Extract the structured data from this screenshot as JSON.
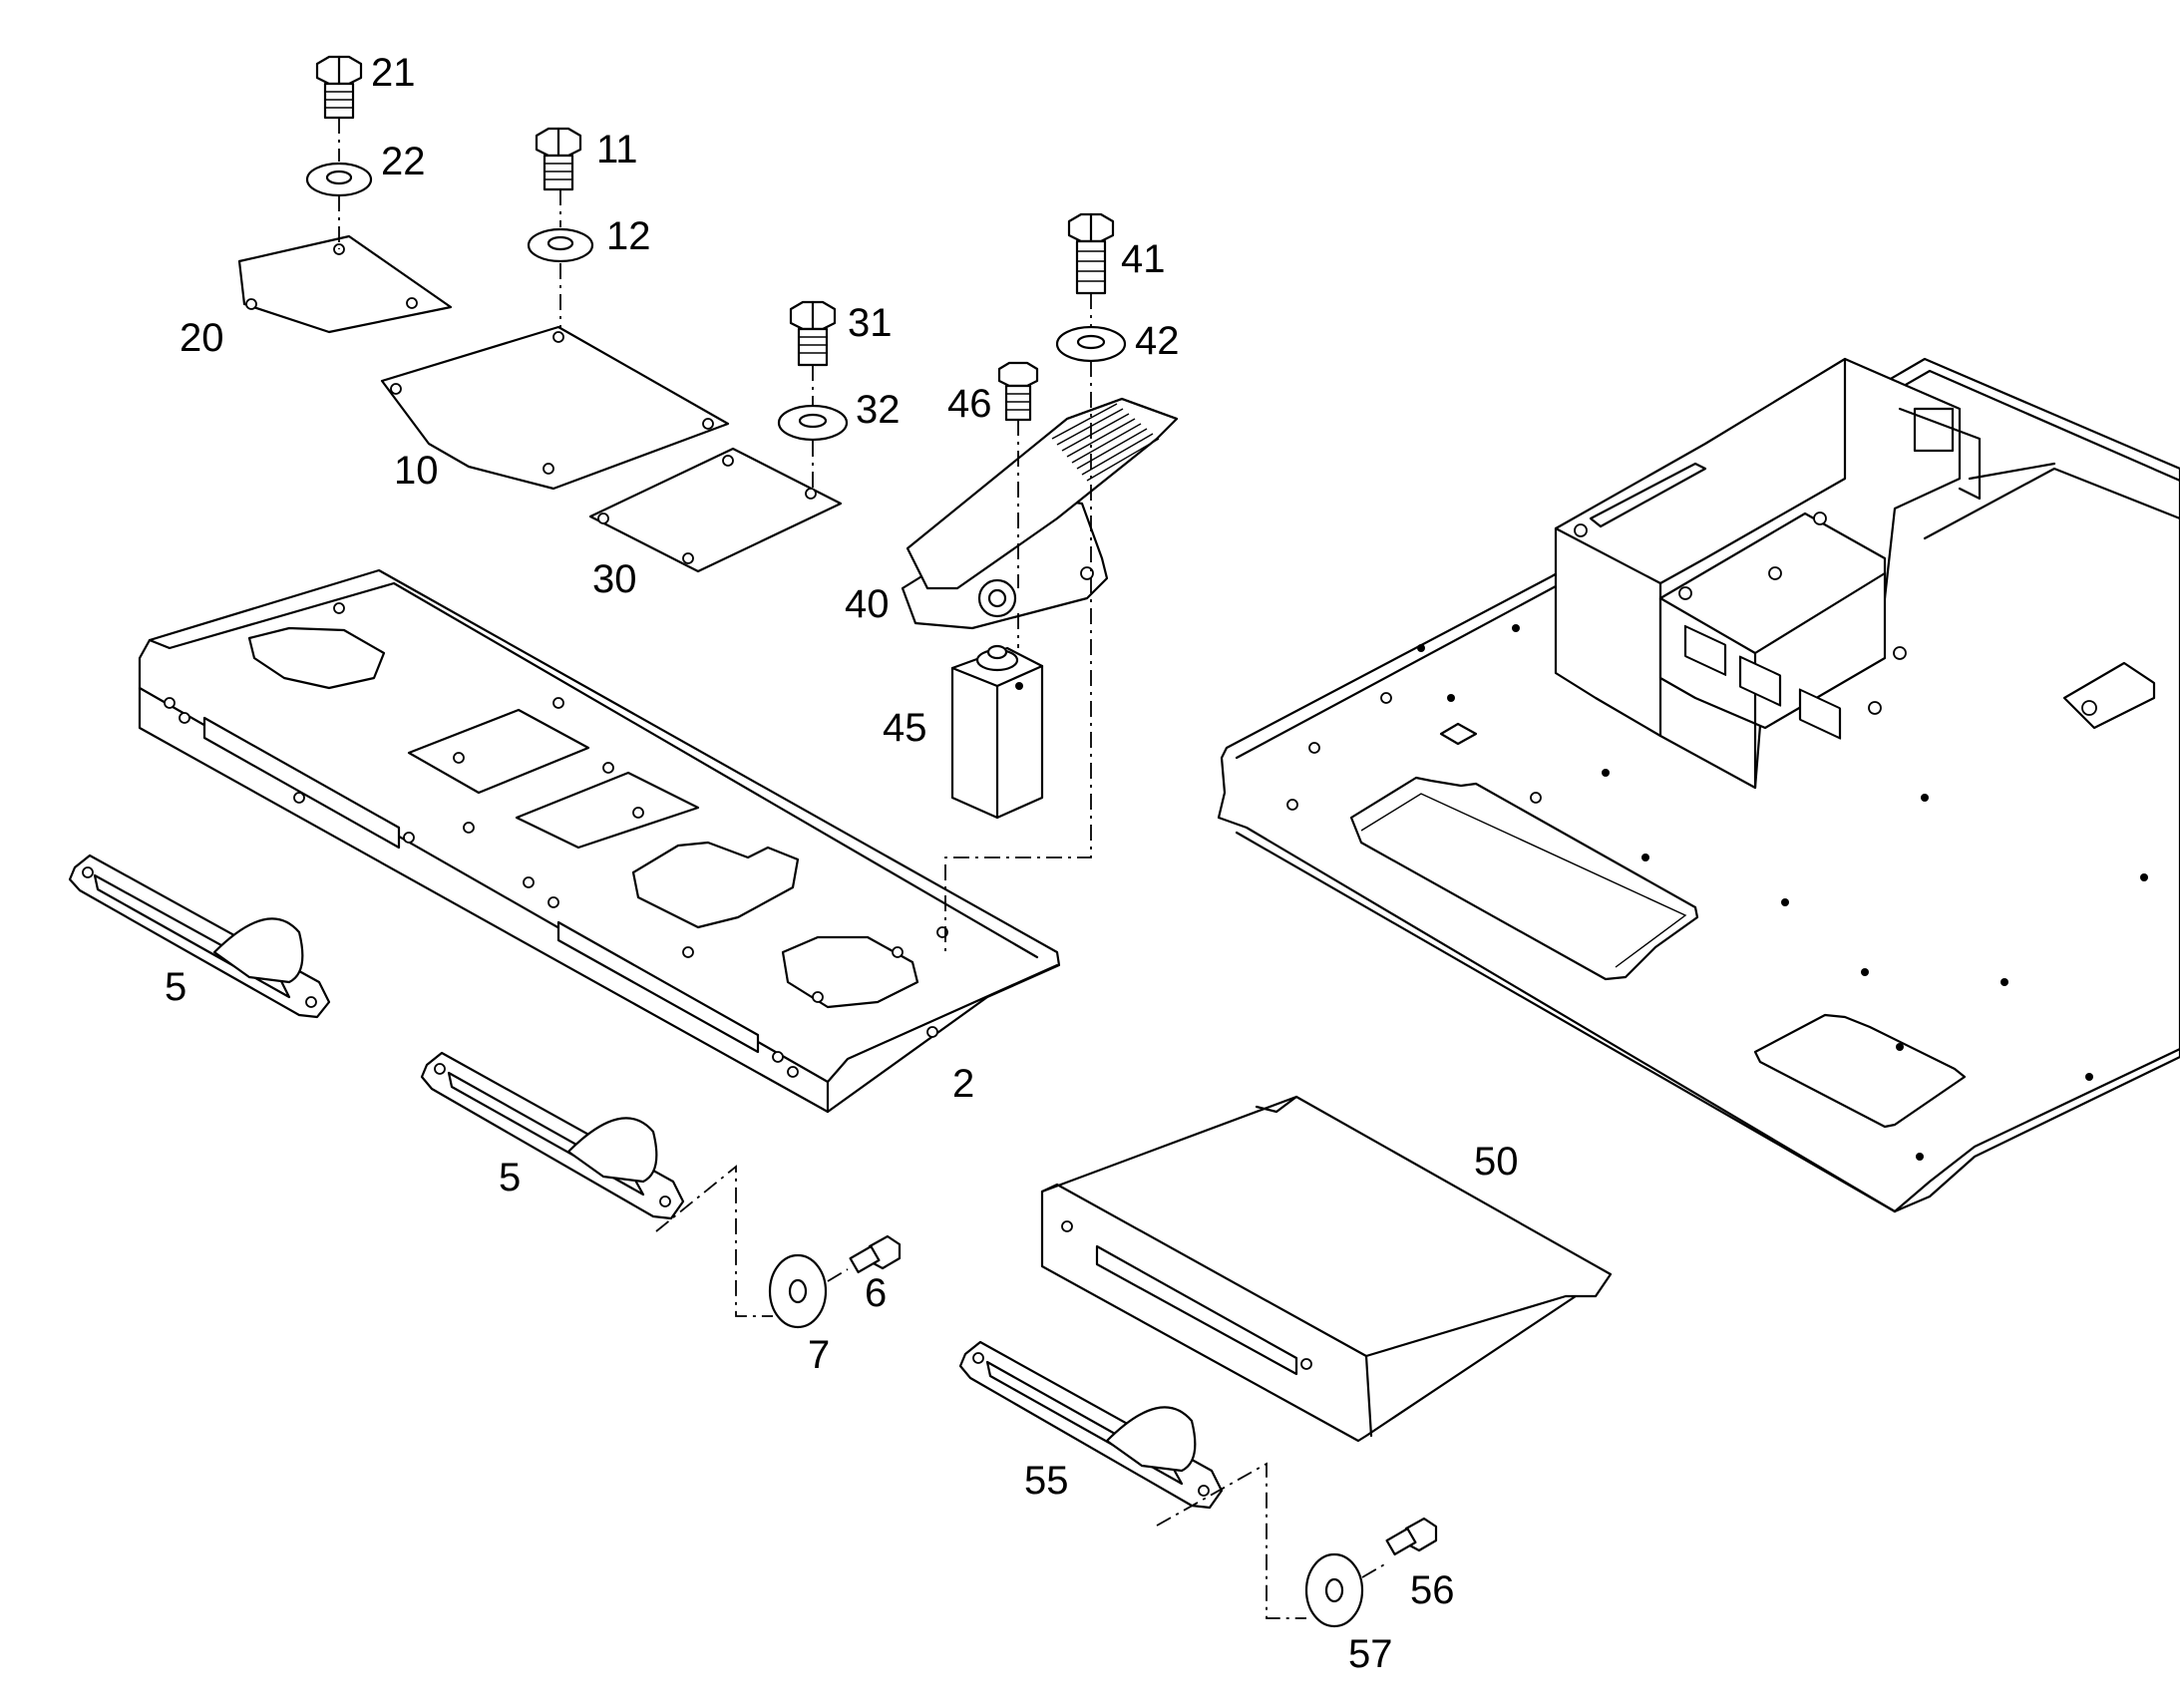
{
  "diagram": {
    "type": "exploded parts view",
    "part_labels": [
      "21",
      "22",
      "11",
      "12",
      "41",
      "42",
      "31",
      "32",
      "46",
      "20",
      "10",
      "30",
      "40",
      "45",
      "5",
      "5",
      "2",
      "50",
      "6",
      "7",
      "55",
      "56",
      "57"
    ]
  }
}
